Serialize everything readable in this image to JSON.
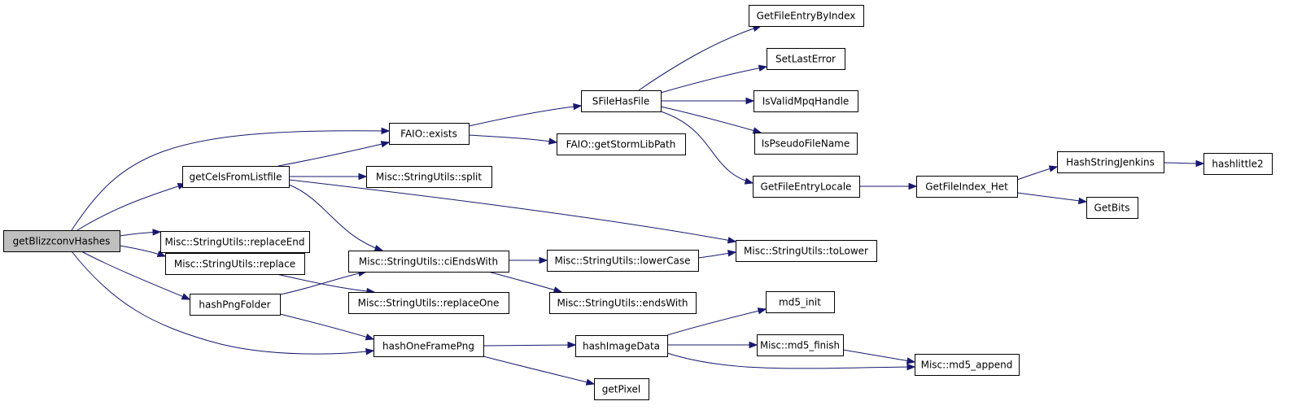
{
  "graph": {
    "colors": {
      "edge": "#191970",
      "root_fill": "#bfbfbf",
      "node_fill": "#ffffff",
      "node_border": "#000000"
    },
    "nodes": [
      {
        "id": "getBlizzconvHashes",
        "label": "getBlizzconvHashes",
        "root": true
      },
      {
        "id": "getCelsFromListfile",
        "label": "getCelsFromListfile"
      },
      {
        "id": "replaceEnd",
        "label": "Misc::StringUtils::replaceEnd"
      },
      {
        "id": "replace",
        "label": "Misc::StringUtils::replace"
      },
      {
        "id": "hashPngFolder",
        "label": "hashPngFolder"
      },
      {
        "id": "FAIO_exists",
        "label": "FAIO::exists"
      },
      {
        "id": "split",
        "label": "Misc::StringUtils::split"
      },
      {
        "id": "ciEndsWith",
        "label": "Misc::StringUtils::ciEndsWith"
      },
      {
        "id": "replaceOne",
        "label": "Misc::StringUtils::replaceOne"
      },
      {
        "id": "hashOneFramePng",
        "label": "hashOneFramePng"
      },
      {
        "id": "SFileHasFile",
        "label": "SFileHasFile"
      },
      {
        "id": "getStormLibPath",
        "label": "FAIO::getStormLibPath"
      },
      {
        "id": "lowerCase",
        "label": "Misc::StringUtils::lowerCase"
      },
      {
        "id": "endsWith",
        "label": "Misc::StringUtils::endsWith"
      },
      {
        "id": "hashImageData",
        "label": "hashImageData"
      },
      {
        "id": "getPixel",
        "label": "getPixel"
      },
      {
        "id": "GetFileEntryByIndex",
        "label": "GetFileEntryByIndex"
      },
      {
        "id": "SetLastError",
        "label": "SetLastError"
      },
      {
        "id": "IsValidMpqHandle",
        "label": "IsValidMpqHandle"
      },
      {
        "id": "IsPseudoFileName",
        "label": "IsPseudoFileName"
      },
      {
        "id": "GetFileEntryLocale",
        "label": "GetFileEntryLocale"
      },
      {
        "id": "toLower",
        "label": "Misc::StringUtils::toLower"
      },
      {
        "id": "md5_init",
        "label": "md5_init"
      },
      {
        "id": "md5_finish",
        "label": "Misc::md5_finish"
      },
      {
        "id": "md5_append",
        "label": "Misc::md5_append"
      },
      {
        "id": "GetFileIndex_Het",
        "label": "GetFileIndex_Het"
      },
      {
        "id": "HashStringJenkins",
        "label": "HashStringJenkins"
      },
      {
        "id": "GetBits",
        "label": "GetBits"
      },
      {
        "id": "hashlittle2",
        "label": "hashlittle2"
      }
    ],
    "edges": [
      [
        "getBlizzconvHashes",
        "FAIO_exists"
      ],
      [
        "getBlizzconvHashes",
        "getCelsFromListfile"
      ],
      [
        "getBlizzconvHashes",
        "replaceEnd"
      ],
      [
        "getBlizzconvHashes",
        "replace"
      ],
      [
        "getBlizzconvHashes",
        "hashPngFolder"
      ],
      [
        "getBlizzconvHashes",
        "hashOneFramePng"
      ],
      [
        "getCelsFromListfile",
        "FAIO_exists"
      ],
      [
        "getCelsFromListfile",
        "split"
      ],
      [
        "getCelsFromListfile",
        "ciEndsWith"
      ],
      [
        "getCelsFromListfile",
        "toLower"
      ],
      [
        "replace",
        "replaceOne"
      ],
      [
        "hashPngFolder",
        "ciEndsWith"
      ],
      [
        "hashPngFolder",
        "hashOneFramePng"
      ],
      [
        "FAIO_exists",
        "SFileHasFile"
      ],
      [
        "FAIO_exists",
        "getStormLibPath"
      ],
      [
        "ciEndsWith",
        "lowerCase"
      ],
      [
        "ciEndsWith",
        "endsWith"
      ],
      [
        "hashOneFramePng",
        "hashImageData"
      ],
      [
        "hashOneFramePng",
        "getPixel"
      ],
      [
        "SFileHasFile",
        "GetFileEntryByIndex"
      ],
      [
        "SFileHasFile",
        "SetLastError"
      ],
      [
        "SFileHasFile",
        "IsValidMpqHandle"
      ],
      [
        "SFileHasFile",
        "IsPseudoFileName"
      ],
      [
        "SFileHasFile",
        "GetFileEntryLocale"
      ],
      [
        "lowerCase",
        "toLower"
      ],
      [
        "hashImageData",
        "md5_init"
      ],
      [
        "hashImageData",
        "md5_finish"
      ],
      [
        "hashImageData",
        "md5_append"
      ],
      [
        "md5_finish",
        "md5_append"
      ],
      [
        "GetFileEntryLocale",
        "GetFileIndex_Het"
      ],
      [
        "GetFileIndex_Het",
        "HashStringJenkins"
      ],
      [
        "GetFileIndex_Het",
        "GetBits"
      ],
      [
        "HashStringJenkins",
        "hashlittle2"
      ]
    ]
  }
}
